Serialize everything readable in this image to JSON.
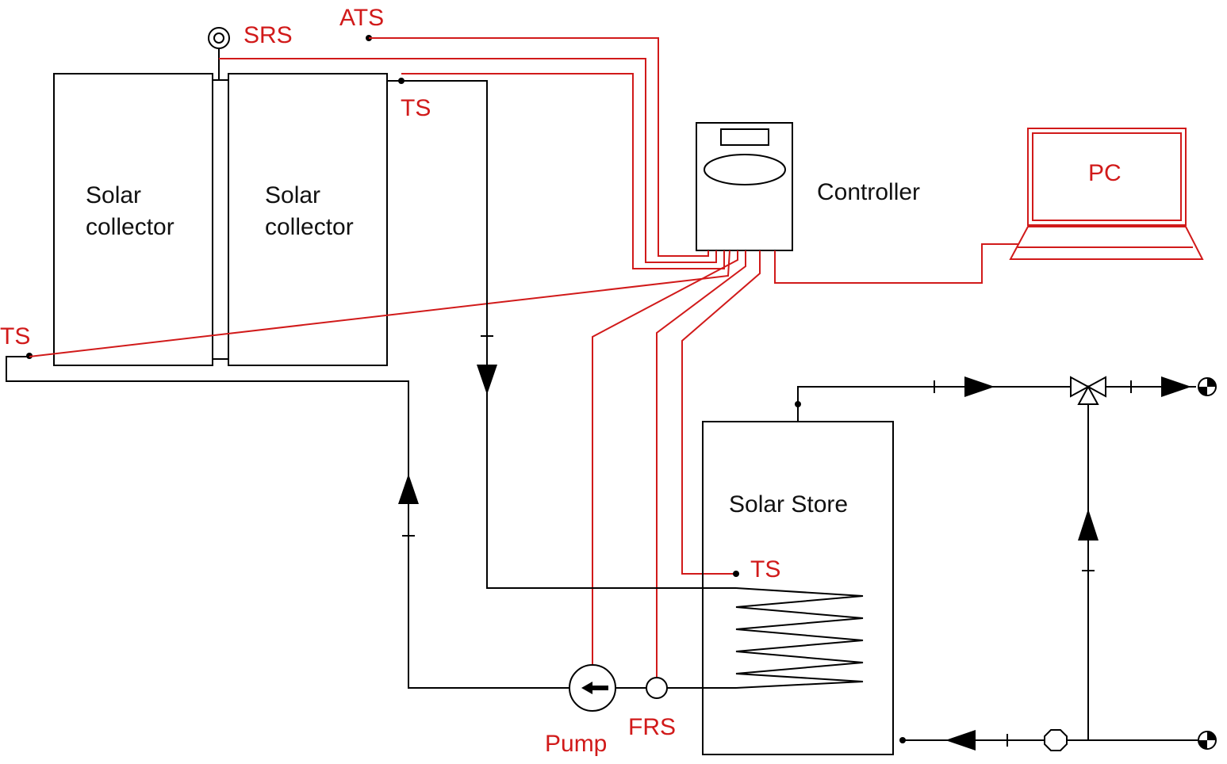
{
  "labels": {
    "collector_left": [
      "Solar",
      "collector"
    ],
    "collector_right": [
      "Solar",
      "collector"
    ],
    "controller": "Controller",
    "pc": "PC",
    "solar_store": "Solar Store",
    "srs": "SRS",
    "ats": "ATS",
    "ts_collector": "TS",
    "ts_return": "TS",
    "ts_store": "TS",
    "pump": "Pump",
    "frs": "FRS"
  },
  "colors": {
    "piping": "#000000",
    "signal_wiring": "#d11a1a"
  }
}
